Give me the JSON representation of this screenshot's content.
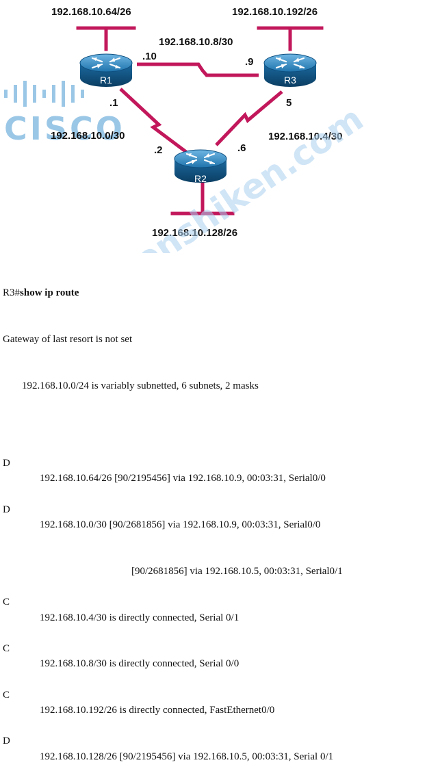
{
  "diagram": {
    "logo_text": "CISCO",
    "watermark": "Penshiken.com",
    "routers": [
      {
        "id": "r1",
        "name": "R1"
      },
      {
        "id": "r2",
        "name": "R2"
      },
      {
        "id": "r3",
        "name": "R3"
      }
    ],
    "lan_labels": {
      "r1": "192.168.10.64/26",
      "r3": "192.168.10.192/26",
      "r2": "192.168.10.128/26"
    },
    "serial_labels": {
      "r1_r3": "192.168.10.8/30",
      "r1_r2": "192.168.10.0/30",
      "r3_r2": "192.168.10.4/30"
    },
    "interface_labels": {
      "r1_to_r3": ".10",
      "r3_to_r1": ".9",
      "r1_to_r2": ".1",
      "r2_to_r1": ".2",
      "r3_to_r2": "5",
      "r2_to_r3": ".6"
    },
    "colors": {
      "link": "#c2185b",
      "router_top": "#2f86bf",
      "router_side": "#0d4d7a",
      "logo": "#9bc7e6"
    }
  },
  "cli": {
    "prompt": "R3#",
    "command": "show ip route",
    "gateway": "Gateway of last resort is not set",
    "summary": "192.168.10.0/24 is variably subnetted, 6 subnets, 2 masks",
    "routes": [
      {
        "code": "D",
        "text": "192.168.10.64/26 [90/2195456] via 192.168.10.9, 00:03:31, Serial0/0"
      },
      {
        "code": "D",
        "text": "192.168.10.0/30 [90/2681856] via 192.168.10.9, 00:03:31, Serial0/0"
      },
      {
        "code": "",
        "text": "[90/2681856] via 192.168.10.5, 00:03:31, Serial0/1"
      },
      {
        "code": "C",
        "text": "192.168.10.4/30 is directly connected, Serial 0/1"
      },
      {
        "code": "C",
        "text": "192.168.10.8/30 is directly connected, Serial 0/0"
      },
      {
        "code": "C",
        "text": "192.168.10.192/26 is directly connected, FastEthernet0/0"
      },
      {
        "code": "D",
        "text": "192.168.10.128/26 [90/2195456] via 192.168.10.5, 00:03:31, Serial 0/1"
      }
    ]
  }
}
